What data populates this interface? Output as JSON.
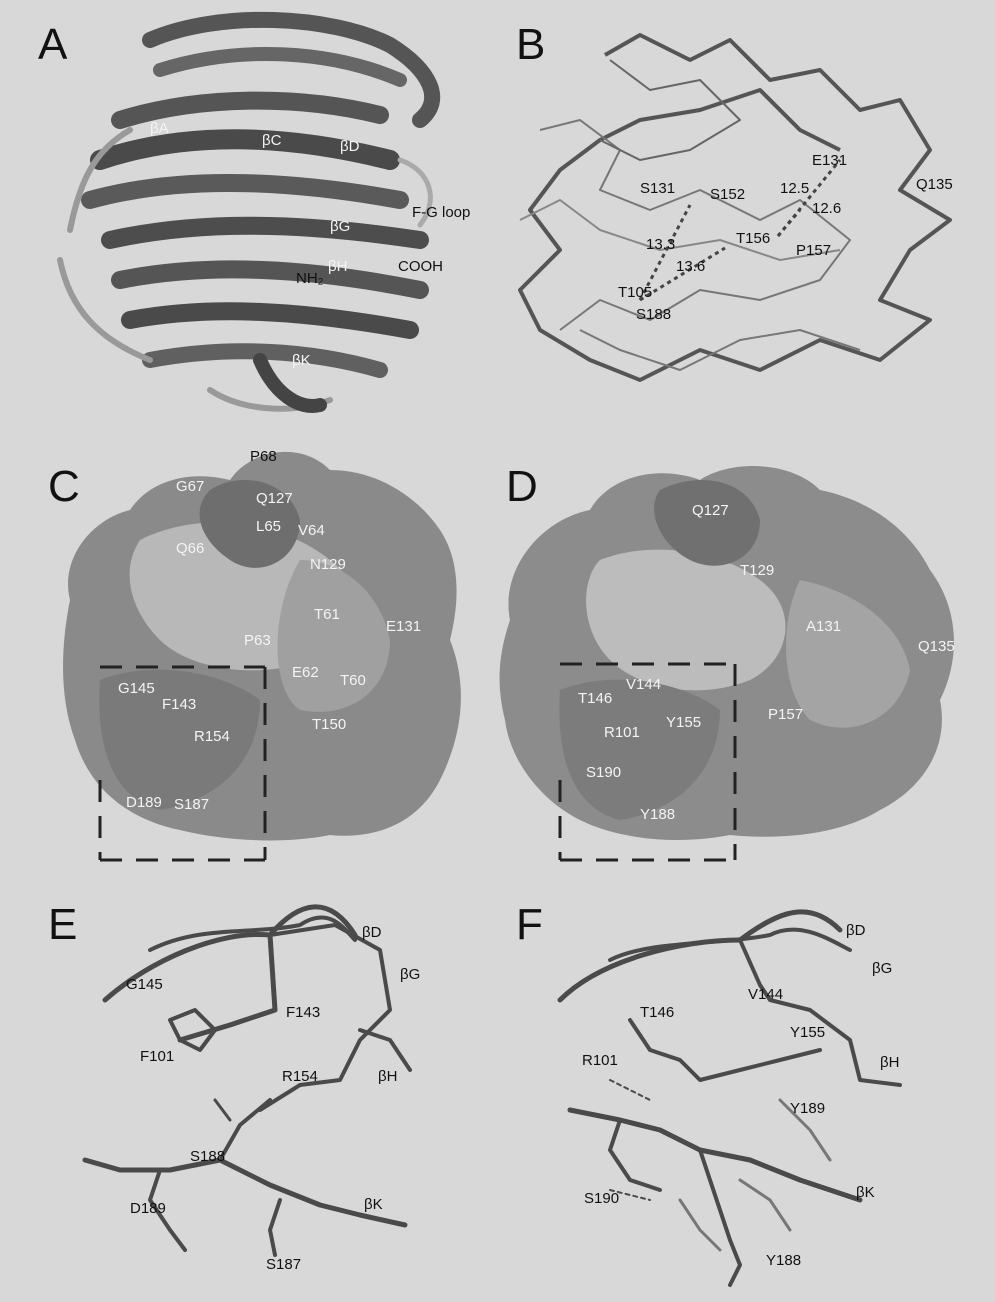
{
  "panels": {
    "a": {
      "letter": "A",
      "labels": {
        "f_g_loop": "F-G loop",
        "cooh": "COOH",
        "nh2": "NH₂",
        "b_a": "βA",
        "b_c": "βC",
        "b_d": "βD",
        "b_g": "βG",
        "b_h": "βH",
        "b_k": "βK"
      }
    },
    "b": {
      "letter": "B",
      "labels": {
        "e131": "E131",
        "q135": "Q135",
        "s131": "S131",
        "s152": "S152",
        "d125": "12.5",
        "d126": "12.6",
        "d133": "13.3",
        "t156": "T156",
        "p157": "P157",
        "d136": "13.6",
        "t105": "T105",
        "s188": "S188"
      }
    },
    "c": {
      "letter": "C",
      "labels": {
        "p68": "P68",
        "g67": "G67",
        "q127": "Q127",
        "l65": "L65",
        "v64": "V64",
        "q66": "Q66",
        "n129": "N129",
        "t61": "T61",
        "p63": "P63",
        "e131": "E131",
        "e62": "E62",
        "t60": "T60",
        "g145": "G145",
        "f143": "F143",
        "t150": "T150",
        "r154": "R154",
        "d189": "D189",
        "s187": "S187"
      }
    },
    "d": {
      "letter": "D",
      "labels": {
        "q127": "Q127",
        "t129": "T129",
        "a131": "A131",
        "q135": "Q135",
        "v144": "V144",
        "t146": "T146",
        "y155": "Y155",
        "p157": "P157",
        "r101": "R101",
        "s190": "S190",
        "y188": "Y188"
      }
    },
    "e": {
      "letter": "E",
      "labels": {
        "b_d": "βD",
        "b_g": "βG",
        "g145": "G145",
        "f143": "F143",
        "f101": "F101",
        "r154": "R154",
        "b_h": "βH",
        "s188": "S188",
        "d189": "D189",
        "b_k": "βK",
        "s187": "S187"
      }
    },
    "f": {
      "letter": "F",
      "labels": {
        "b_d": "βD",
        "b_g": "βG",
        "t146": "T146",
        "v144": "V144",
        "y155": "Y155",
        "r101": "R101",
        "b_h": "βH",
        "y189": "Y189",
        "s190": "S190",
        "b_k": "βK",
        "y188": "Y188"
      }
    }
  }
}
